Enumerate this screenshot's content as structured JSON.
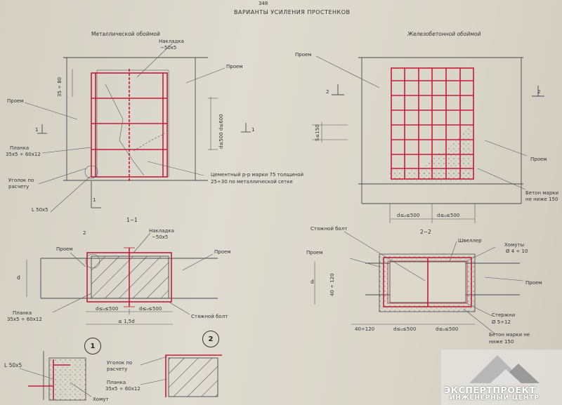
{
  "header": {
    "page_num": "348",
    "title": "ВАРИАНТЫ УСИЛЕНИЯ ПРОСТЕНКОВ"
  },
  "left": {
    "title": "Металлической обоймой",
    "nakladka": "Накладка",
    "nakladka_size": "−50х5",
    "proem_right": "Проем",
    "proem_left": "Проем",
    "planka": "Планка",
    "planka_size": "35х5 ÷ 60х12",
    "ugolok": "Уголок по",
    "ugolok2": "расчету",
    "L50": "L 50х5",
    "dim_h": "35 ÷ 80",
    "dim_v": "d≤500 d≤600",
    "dim_s": "S≤150",
    "cement": "Цементный р-р марки 75 толщиной",
    "cement2": "25÷30     по металлической сетке",
    "sec_mark": "1"
  },
  "right": {
    "title": "Железобетонной обоймой",
    "proem": "Проем",
    "proem_right": "Проем",
    "beton": "Бетон марки",
    "beton2": "не ниже 150",
    "dim1": "d≤ₐ≤500",
    "dim2": "d≤ₐ≤500",
    "sec_mark": "2"
  },
  "s11": {
    "title": "1−1",
    "nakladka": "Накладка",
    "nakladka_size": "−50х5",
    "proem_left": "Проем",
    "proem_right": "Проем",
    "planka": "Планка",
    "planka_size": "35х5 ÷ 60х12",
    "stjazh": "Стяжной болт",
    "dim_a": "d≤ₐ≤500",
    "dim_b": "d≤ₐ≤500",
    "dim_c": "≤ 1,5d",
    "d": "d"
  },
  "s22": {
    "title": "2−2",
    "stjazh": "Стяжной болт",
    "shveller": "Швеллер",
    "homuty": "Хомуты",
    "homuty_size": "Ø 4 ÷ 10",
    "proem_left": "Проем",
    "proem_right": "Проем",
    "sterzhni": "Стержни",
    "sterzhni_size": "Ø 5÷12",
    "beton": "Бетон марки не",
    "beton2": "ниже 150",
    "dim_a": "40÷120",
    "dim_b": "d≤ₐ≤500",
    "dim_c": "d≤ₐ≤500",
    "dim_v": "40 ÷ 120",
    "d": "d"
  },
  "detail1": {
    "num": "1",
    "L50": "L 50х5",
    "homut": "Хомут"
  },
  "detail2": {
    "num": "2",
    "ugolok": "Уголок по",
    "ugolok2": "расчету",
    "planka": "Планка",
    "planka_size": "35х5 ÷ 60х12"
  },
  "logo": {
    "line1": "ЭКСПЕРТПРОЕКТ",
    "line2": "ИНЖЕНЕРНЫЙ ЦЕНТР"
  }
}
